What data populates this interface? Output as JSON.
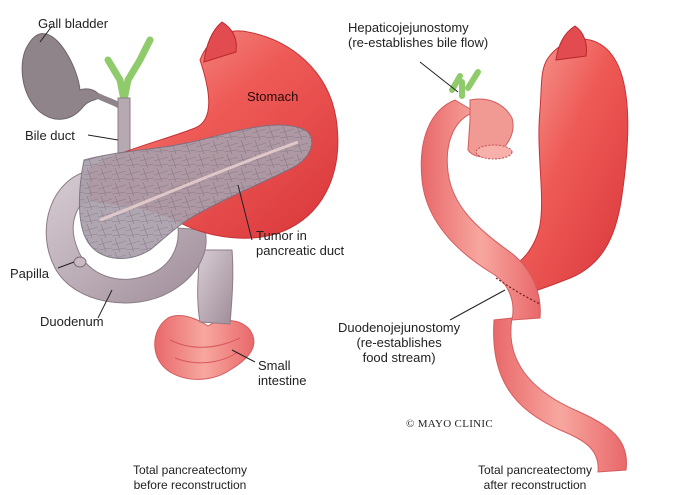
{
  "left_panel": {
    "labels": {
      "gall_bladder": "Gall bladder",
      "bile_duct": "Bile duct",
      "stomach": "Stomach",
      "tumor": "Tumor in\npancreatic duct",
      "papilla": "Papilla",
      "duodenum": "Duodenum",
      "small_intestine": "Small\nintestine"
    },
    "caption": "Total pancreatectomy\nbefore reconstruction"
  },
  "right_panel": {
    "labels": {
      "hepaticojejunostomy": "Hepaticojejunostomy\n(re-establishes bile flow)",
      "duodenojejunostomy": "Duodenojejunostomy\n(re-establishes\nfood stream)"
    },
    "caption": "Total pancreatectomy\nafter reconstruction",
    "copyright": "© MAYO CLINIC"
  },
  "colors": {
    "stomach_red": "#e8474a",
    "stomach_light": "#f6a09a",
    "duodenum_gray": "#b7a3b0",
    "pancreas_gray": "#a79ca9",
    "gall_bladder": "#8d8288",
    "bile_green": "#8fcb6a"
  }
}
